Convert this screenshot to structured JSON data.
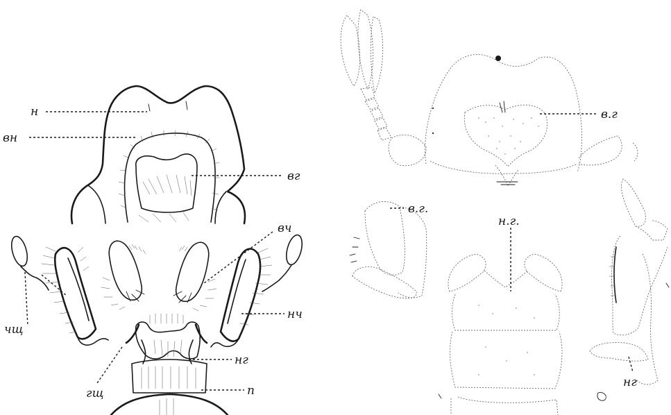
{
  "figure_left": {
    "labels": {
      "n_top": "н",
      "vn": "вн",
      "vg": "вг",
      "vch": "вч",
      "chsch": "чщ",
      "nch": "нч",
      "gsch": "гщ",
      "ng": "нг",
      "p": "п"
    }
  },
  "figure_right": {
    "labels": {
      "vg_top": "в.г",
      "vg_mid": "в.г.",
      "ng_mid": "н.г.",
      "ng_bottom": "нг"
    }
  }
}
